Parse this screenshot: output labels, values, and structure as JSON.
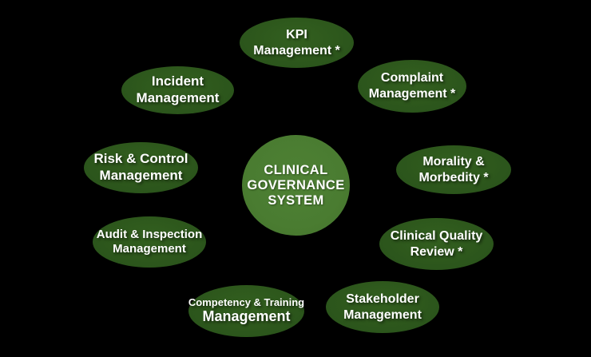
{
  "diagram": {
    "center": {
      "line1": "CLINICAL",
      "line2": "GOVERNANCE",
      "line3": "SYSTEM"
    },
    "nodes": [
      {
        "id": "kpi-management",
        "line1": "KPI",
        "line2": "Management *"
      },
      {
        "id": "complaint-management",
        "line1": "Complaint",
        "line2": "Management *"
      },
      {
        "id": "morality-morbedity",
        "line1": "Morality &",
        "line2": "Morbedity *"
      },
      {
        "id": "clinical-quality-review",
        "line1": "Clinical Quality",
        "line2": "Review *"
      },
      {
        "id": "stakeholder-management",
        "line1": "Stakeholder",
        "line2": "Management"
      },
      {
        "id": "competency-training-management",
        "line1": "Competency & Training",
        "line2": "Management"
      },
      {
        "id": "audit-inspection-management",
        "line1": "Audit & Inspection",
        "line2": "Management"
      },
      {
        "id": "risk-control-management",
        "line1": "Risk & Control",
        "line2": "Management"
      },
      {
        "id": "incident-management",
        "line1": "Incident",
        "line2": "Management"
      }
    ],
    "colors": {
      "background": "#000000",
      "node_fill": "#2d571c",
      "center_fill": "#4a7c31",
      "text": "#ffffff"
    }
  }
}
